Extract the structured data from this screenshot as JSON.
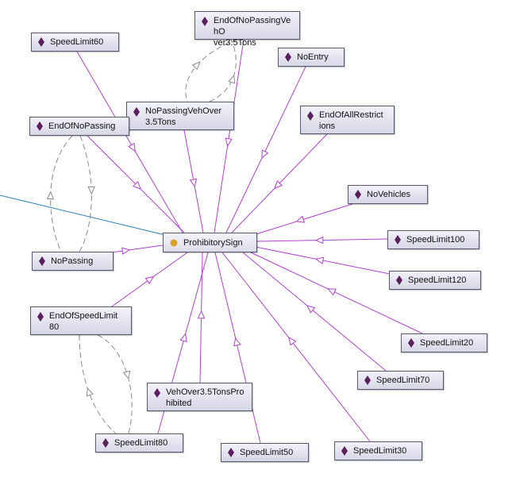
{
  "diagram": {
    "center": {
      "id": "ProhibitorySign",
      "label": "ProhibitorySign",
      "kind": "class",
      "color": "#d9a22a"
    },
    "nodes": [
      {
        "id": "SpeedLimit60",
        "label": "SpeedLimit60",
        "kind": "individual"
      },
      {
        "id": "EndOfNoPassingVehOver3.5Tons",
        "label": "EndOfNoPassingVehOver3.5Tons",
        "kind": "individual"
      },
      {
        "id": "NoEntry",
        "label": "NoEntry",
        "kind": "individual"
      },
      {
        "id": "NoPassingVehOver3.5Tons",
        "label": "NoPassingVehOver3.5Tons",
        "kind": "individual"
      },
      {
        "id": "EndOfNoPassing",
        "label": "EndOfNoPassing",
        "kind": "individual"
      },
      {
        "id": "EndOfAllRestrictions",
        "label": "EndOfAllRestrictions",
        "kind": "individual"
      },
      {
        "id": "NoVehicles",
        "label": "NoVehicles",
        "kind": "individual"
      },
      {
        "id": "NoPassing",
        "label": "NoPassing",
        "kind": "individual"
      },
      {
        "id": "SpeedLimit100",
        "label": "SpeedLimit100",
        "kind": "individual"
      },
      {
        "id": "SpeedLimit120",
        "label": "SpeedLimit120",
        "kind": "individual"
      },
      {
        "id": "EndOfSpeedLimit80",
        "label": "EndOfSpeedLimit80",
        "kind": "individual"
      },
      {
        "id": "SpeedLimit20",
        "label": "SpeedLimit20",
        "kind": "individual"
      },
      {
        "id": "SpeedLimit70",
        "label": "SpeedLimit70",
        "kind": "individual"
      },
      {
        "id": "VehOver3.5TonsProhibited",
        "label": "VehOver3.5TonsProhibited",
        "kind": "individual"
      },
      {
        "id": "SpeedLimit80",
        "label": "SpeedLimit80",
        "kind": "individual"
      },
      {
        "id": "SpeedLimit50",
        "label": "SpeedLimit50",
        "kind": "individual"
      },
      {
        "id": "SpeedLimit30",
        "label": "SpeedLimit30",
        "kind": "individual"
      }
    ],
    "type_edges": [
      "SpeedLimit60",
      "EndOfNoPassingVehOver3.5Tons",
      "NoEntry",
      "NoPassingVehOver3.5Tons",
      "EndOfNoPassing",
      "EndOfAllRestrictions",
      "NoVehicles",
      "NoPassing",
      "SpeedLimit100",
      "SpeedLimit120",
      "EndOfSpeedLimit80",
      "SpeedLimit20",
      "SpeedLimit70",
      "VehOver3.5TonsProhibited",
      "SpeedLimit80",
      "SpeedLimit50",
      "SpeedLimit30"
    ],
    "paired_edges": [
      {
        "a": "EndOfNoPassingVehOver3.5Tons",
        "b": "NoPassingVehOver3.5Tons"
      },
      {
        "a": "EndOfNoPassing",
        "b": "NoPassing"
      },
      {
        "a": "EndOfSpeedLimit80",
        "b": "SpeedLimit80"
      }
    ],
    "colors": {
      "type_edge": "#b040d0",
      "paired_edge": "#8a8a8a",
      "offscreen_edge": "#2e7fb0",
      "individual_icon": "#5a1f5c",
      "node_border": "#565a6e"
    }
  }
}
